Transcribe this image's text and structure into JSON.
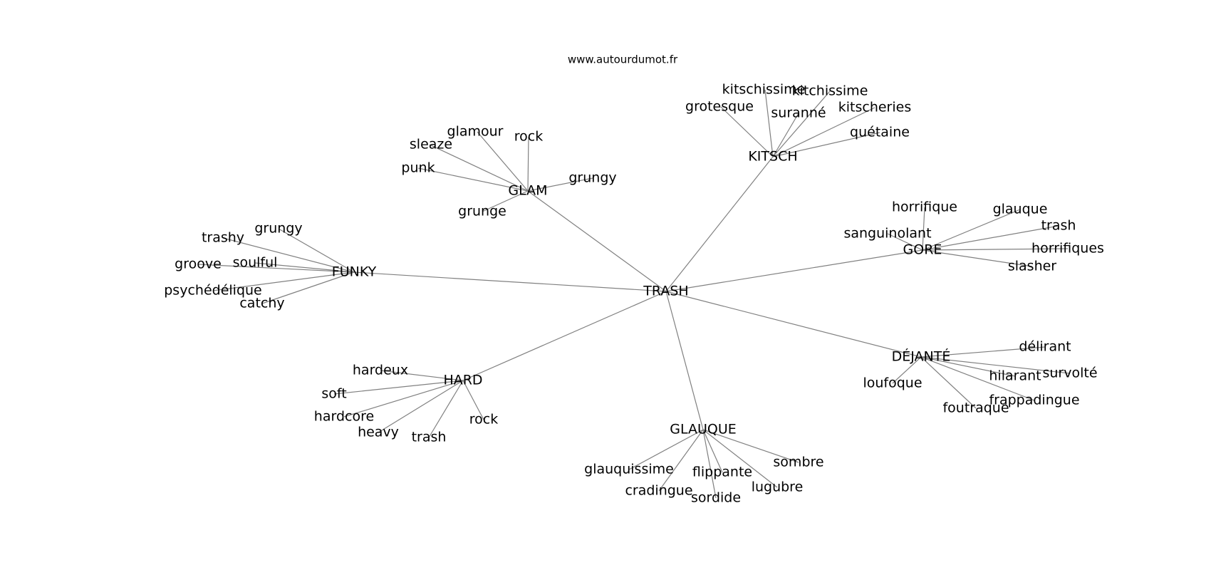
{
  "site": "www.autourdumot.fr",
  "center": "TRASH",
  "clusters": [
    {
      "hub": "KITSCH",
      "leaves": [
        "kitschissime",
        "kitchissime",
        "grotesque",
        "suranné",
        "kitscheries",
        "quétaine"
      ]
    },
    {
      "hub": "GLAM",
      "leaves": [
        "glamour",
        "rock",
        "sleaze",
        "punk",
        "grungy",
        "grunge"
      ]
    },
    {
      "hub": "GORE",
      "leaves": [
        "horrifique",
        "glauque",
        "trash",
        "sanguinolant",
        "horrifiques",
        "slasher"
      ]
    },
    {
      "hub": "FUNKY",
      "leaves": [
        "grungy",
        "trashy",
        "soulful",
        "groove",
        "psychédélique",
        "catchy"
      ]
    },
    {
      "hub": "DÉJANTÉ",
      "leaves": [
        "délirant",
        "hilarant",
        "survolté",
        "loufoque",
        "frappadingue",
        "foutraque"
      ]
    },
    {
      "hub": "HARD",
      "leaves": [
        "hardeux",
        "soft",
        "hardcore",
        "heavy",
        "trash",
        "rock"
      ]
    },
    {
      "hub": "GLAUQUE",
      "leaves": [
        "sombre",
        "glauquissime",
        "flippante",
        "lugubre",
        "cradingue",
        "sordide"
      ]
    }
  ]
}
